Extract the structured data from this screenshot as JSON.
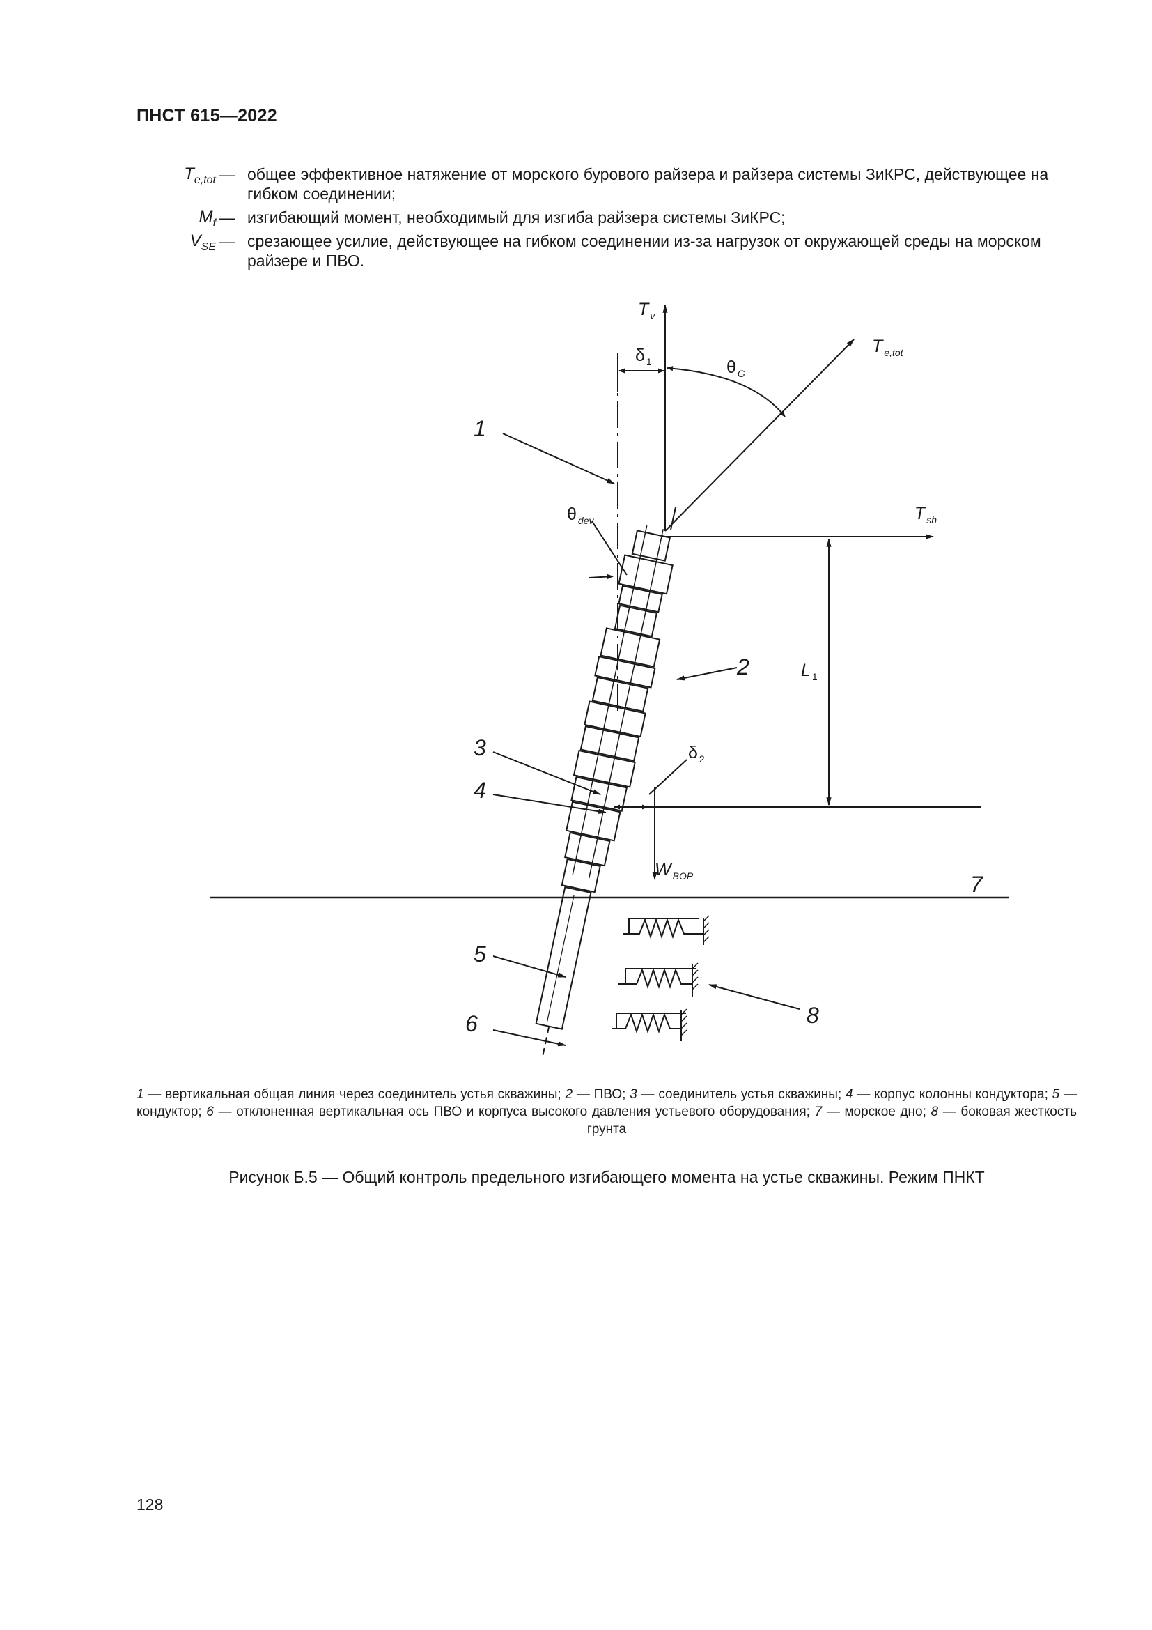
{
  "header": {
    "doc_id": "ПНСТ 615—2022"
  },
  "definitions": [
    {
      "symbol": "T",
      "sub": "e,tot",
      "dash": "—",
      "text": "общее эффективное натяжение от морского бурового райзера и райзера системы ЗиКРС, действующее на гибком соединении;"
    },
    {
      "symbol": "M",
      "sub": "f",
      "dash": "—",
      "text": "изгибающий момент, необходимый для изгиба райзера системы ЗиКРС;"
    },
    {
      "symbol": "V",
      "sub": "SE",
      "dash": "—",
      "text": "срезающее усилие, действующее на гибком соединении из-за нагрузок от окружающей среды на морском райзере и ПВО."
    }
  ],
  "figure": {
    "labels": {
      "tv": "T",
      "tv_sub": "v",
      "delta1": "δ",
      "delta1_sub": "1",
      "thetaG": "θ",
      "thetaG_sub": "G",
      "tetot": "T",
      "tetot_sub": "e,tot",
      "thetadev": "θ",
      "thetadev_sub": "dev",
      "tsh": "T",
      "tsh_sub": "sh",
      "l1": "L",
      "l1_sub": "1",
      "delta2": "δ",
      "delta2_sub": "2",
      "wbop": "W",
      "wbop_sub": "BOP"
    },
    "callouts": [
      "1",
      "2",
      "3",
      "4",
      "5",
      "6",
      "7",
      "8"
    ]
  },
  "legend": [
    {
      "num": "1",
      "text": " — вертикальная общая линия через соединитель устья скважины; "
    },
    {
      "num": "2",
      "text": " — ПВО; "
    },
    {
      "num": "3",
      "text": " — соединитель устья скважины; "
    },
    {
      "num": "4",
      "text": " — корпус колонны кондуктора; "
    },
    {
      "num": "5",
      "text": " — кондуктор; "
    },
    {
      "num": "6",
      "text": " — отклоненная вертикальная ось ПВО и корпуса высокого давления устьевого оборудования; "
    },
    {
      "num": "7",
      "text": " — морское дно; "
    },
    {
      "num": "8",
      "text": " — боковая жесткость грунта"
    }
  ],
  "caption": "Рисунок Б.5 — Общий контроль предельного изгибающего момента на устье скважины. Режим ПНКТ",
  "page_number": "128"
}
